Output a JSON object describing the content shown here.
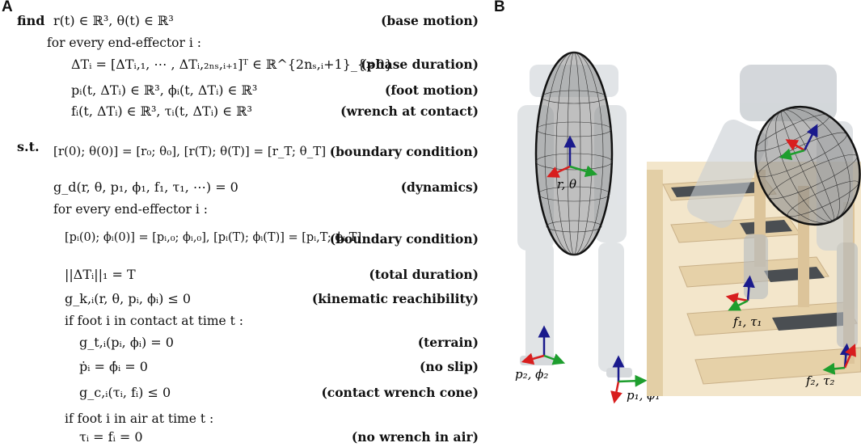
{
  "panel_a": {
    "label": "A",
    "find_kw": "find",
    "st_kw": "s.t.",
    "rows": [
      {
        "eq": "r(t) ∈ ℝ³,  θ(t) ∈ ℝ³",
        "label": "(base motion)"
      },
      {
        "text": "for every end-effector i :"
      },
      {
        "eq": "ΔTᵢ = [ΔTᵢ,₁,  ⋯ ,  ΔTᵢ,₂ₙₛ,ᵢ₊₁]ᵀ ∈ ℝ^{2nₛ,ᵢ+1}_{>0}",
        "label": "(phase duration)"
      },
      {
        "eq": "pᵢ(t, ΔTᵢ) ∈ ℝ³,  ϕᵢ(t, ΔTᵢ) ∈ ℝ³",
        "label": "(foot motion)"
      },
      {
        "eq": "fᵢ(t, ΔTᵢ) ∈ ℝ³,  τᵢ(t, ΔTᵢ) ∈ ℝ³",
        "label": "(wrench at contact)"
      },
      {
        "eq": "[r(0); θ(0)] = [r₀; θ₀],  [r(T); θ(T)] = [r_T; θ_T]",
        "label": "(boundary condition)"
      },
      {
        "eq": "g_d(r,  θ,  p₁,  ϕ₁,  f₁,  τ₁,  ⋯) = 0",
        "label": "(dynamics)"
      },
      {
        "text": "for every end-effector i :"
      },
      {
        "eq": "[pᵢ(0); ϕᵢ(0)] = [pᵢ,₀; ϕᵢ,₀],  [pᵢ(T); ϕᵢ(T)] = [pᵢ,T; ϕᵢ,T]",
        "label": "(boundary condition)"
      },
      {
        "eq": "||ΔTᵢ||₁ = T",
        "label": "(total duration)"
      },
      {
        "eq": "g_k,ᵢ(r,  θ,  pᵢ,  ϕᵢ) ≤ 0",
        "label": "(kinematic reachibility)"
      },
      {
        "text": "if foot i in contact at time t :"
      },
      {
        "eq": "g_t,ᵢ(pᵢ,  ϕᵢ) = 0",
        "label": "(terrain)"
      },
      {
        "eq": "ṗᵢ = ϕ̇ᵢ = 0",
        "label": "(no slip)"
      },
      {
        "eq": "g_c,ᵢ(τᵢ,  fᵢ) ≤ 0",
        "label": "(contact wrench cone)"
      },
      {
        "text": "if foot i in air at time t :"
      },
      {
        "eq": "τᵢ = fᵢ = 0",
        "label": "(no wrench in air)"
      }
    ]
  },
  "panel_b": {
    "label": "B",
    "labels": {
      "base": "r,  θ",
      "foot2": "p₂,  ϕ₂",
      "foot1": "p₁,  ϕ₁",
      "wrench1": "f₁,  τ₁",
      "wrench2": "f₂,  τ₂"
    },
    "colors": {
      "x_axis": "#d81e1e",
      "y_axis": "#1e9e2e",
      "z_axis": "#1a1a8c",
      "ellipsoid": "#8a8a8a",
      "robot": "#c9ced3",
      "stairs": "#e9d6b1"
    }
  }
}
